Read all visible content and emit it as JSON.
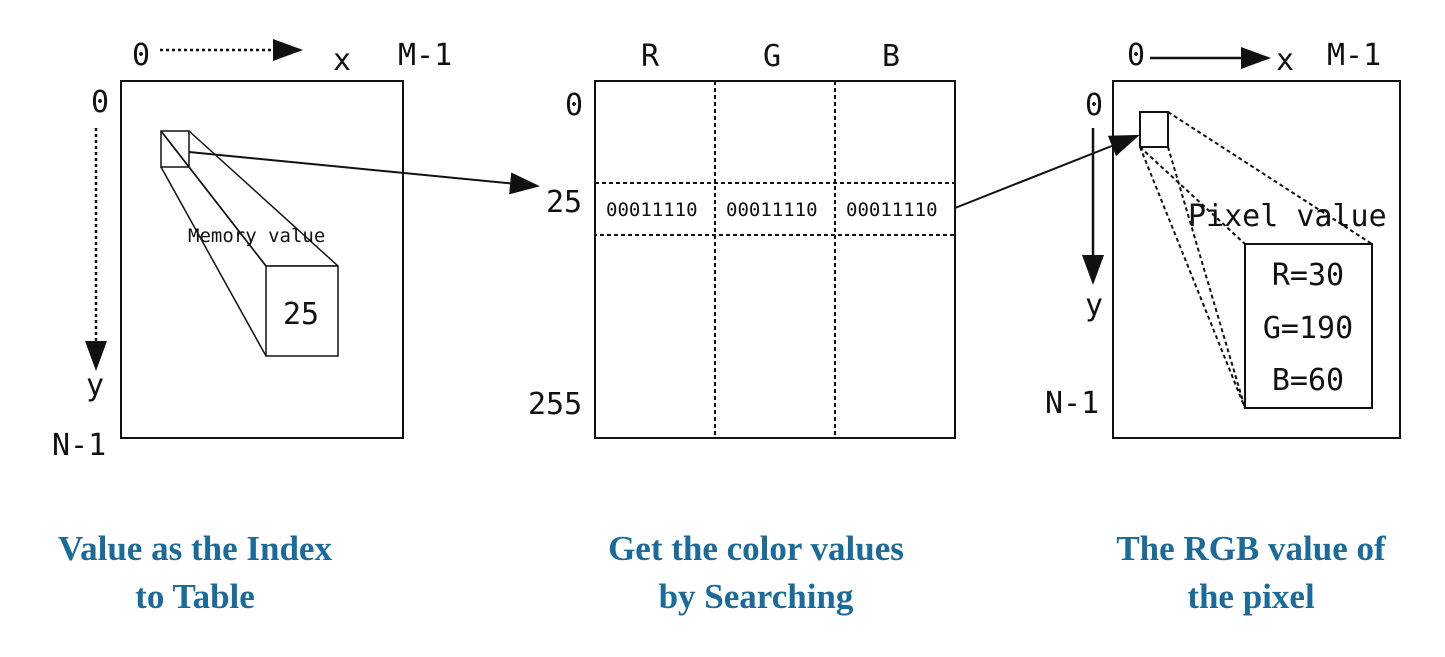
{
  "colors": {
    "line": "#111111",
    "caption": "#1a6a9a"
  },
  "panel1": {
    "origin": "0",
    "x_axis": "x",
    "x_end": "M-1",
    "y_start": "0",
    "y_axis": "y",
    "y_end": "N-1",
    "memory_label": "Memory value",
    "memory_value": "25"
  },
  "panel2": {
    "col_headers": [
      "R",
      "G",
      "B"
    ],
    "row_labels": [
      "0",
      "25",
      "255"
    ],
    "row_values": [
      "00011110",
      "00011110",
      "00011110"
    ]
  },
  "panel3": {
    "origin": "0",
    "x_axis": "x",
    "x_end": "M-1",
    "y_start": "0",
    "y_axis": "y",
    "y_end": "N-1",
    "pixel_label": "Pixel value",
    "values": [
      "R=30",
      "G=190",
      "B=60"
    ]
  },
  "captions": {
    "left": [
      "Value as the Index",
      "to Table"
    ],
    "middle": [
      "Get the color values",
      "by Searching"
    ],
    "right": [
      "The RGB value of",
      "the pixel"
    ]
  }
}
